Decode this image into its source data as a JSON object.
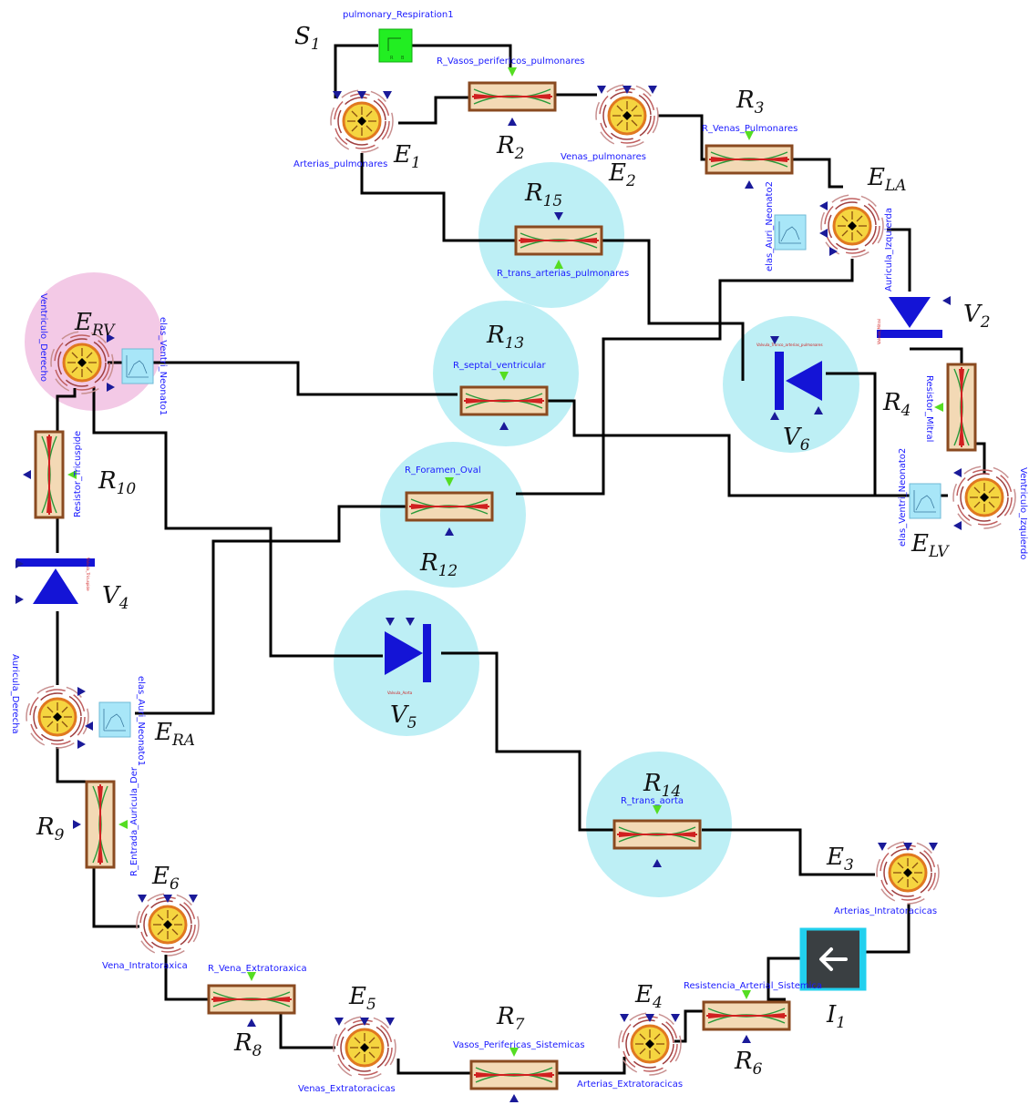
{
  "components": {
    "S1": {
      "symbol": "S",
      "sub": "1",
      "label": "pulmonary_Respiration1"
    },
    "R2": {
      "symbol": "R",
      "sub": "2",
      "label": "R_Vasos_perifericos_pulmonares"
    },
    "R3": {
      "symbol": "R",
      "sub": "3",
      "label": "R_Venas_Pulmonares"
    },
    "E1": {
      "symbol": "E",
      "sub": "1",
      "label": "Arterias_pulmonares"
    },
    "E2": {
      "symbol": "E",
      "sub": "2",
      "label": "Venas_pulmonares"
    },
    "ELA": {
      "symbol": "E",
      "sub": "LA",
      "label": "Auricula_Izquierda"
    },
    "R15": {
      "symbol": "R",
      "sub": "15",
      "label": "R_trans_arterias_pulmonares"
    },
    "ERV": {
      "symbol": "E",
      "sub": "RV",
      "label": "Ventriculo_Derecho"
    },
    "V2": {
      "symbol": "V",
      "sub": "2",
      "label": "Valvula_Mitral"
    },
    "R13": {
      "symbol": "R",
      "sub": "13",
      "label": "R_septal_ventricular"
    },
    "V6": {
      "symbol": "V",
      "sub": "6",
      "label": "Valvula_Tronco_arterias_pulmonares"
    },
    "R4": {
      "symbol": "R",
      "sub": "4",
      "label": "Resistor_Mitral"
    },
    "R10": {
      "symbol": "R",
      "sub": "10",
      "label": "Resistor_Tricuspide"
    },
    "R12": {
      "symbol": "R",
      "sub": "12",
      "label": "R_Foramen_Oval"
    },
    "ELV": {
      "symbol": "E",
      "sub": "LV",
      "label": "Ventriculo_Izquierdo"
    },
    "V4": {
      "symbol": "V",
      "sub": "4",
      "label": "Valvula_Tricuspide"
    },
    "V5": {
      "symbol": "V",
      "sub": "5",
      "label": "Valvula_Aorta"
    },
    "ERA": {
      "symbol": "E",
      "sub": "RA",
      "label": "Auricula_Derecha"
    },
    "R14": {
      "symbol": "R",
      "sub": "14",
      "label": "R_trans_aorta"
    },
    "R9": {
      "symbol": "R",
      "sub": "9",
      "label": "R_Entrada_Auricula_Der"
    },
    "E3": {
      "symbol": "E",
      "sub": "3",
      "label": "Arterias_Intratoracicas"
    },
    "E6": {
      "symbol": "E",
      "sub": "6",
      "label": "Vena_Intratoraxica"
    },
    "R8": {
      "symbol": "R",
      "sub": "8",
      "label": "R_Vena_Extratoraxica"
    },
    "E5": {
      "symbol": "E",
      "sub": "5",
      "label": "Venas_Extratoracicas"
    },
    "R7": {
      "symbol": "R",
      "sub": "7",
      "label": "Vasos_Perifericas_Sistemicas"
    },
    "E4": {
      "symbol": "E",
      "sub": "4",
      "label": "Arterias_Extratoracicas"
    },
    "R6": {
      "symbol": "R",
      "sub": "6",
      "label": "Resistencia_Arterial_Sistemica"
    },
    "I1": {
      "symbol": "I",
      "sub": "1",
      "label": ""
    }
  },
  "elastance_labels": {
    "aurIzq": "elas_Auri_Neonato2",
    "venDer": "elas_Ventri_Neonato1",
    "venIzq": "elas_Ventri_Neonato2",
    "aurDer": "elas_Auri_Neonato1"
  },
  "colors": {
    "highlight_cyan": "#bdeff5",
    "highlight_pink": "#f3c9e6",
    "port_blue": "#1a1a99",
    "arrow_green": "#55dd22",
    "valve_blue": "#1414d6",
    "source_green": "#22ee22",
    "label_blue": "#1a1aff"
  }
}
